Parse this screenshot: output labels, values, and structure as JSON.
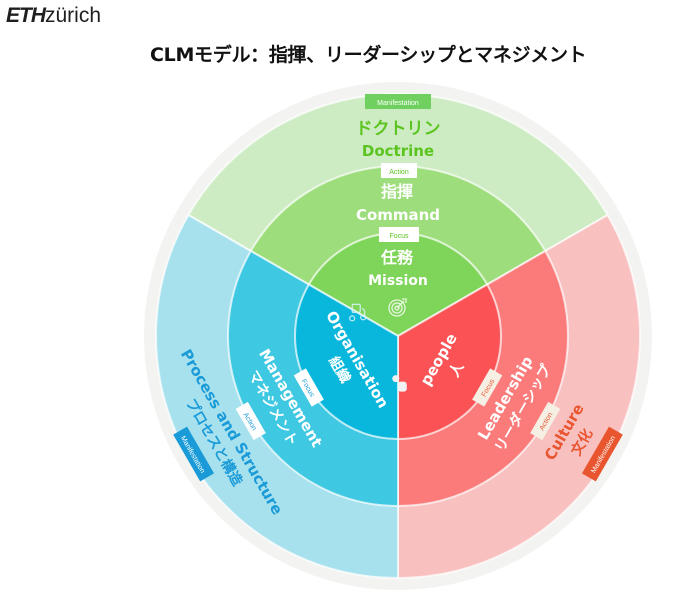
{
  "logo": {
    "bold": "ETH",
    "light": "zürich"
  },
  "title": "CLMモデル：指揮、リーダーシップとマネジメント",
  "colors": {
    "green": [
      "#cdecc4",
      "#9ddd7c",
      "#7fd55a"
    ],
    "blue": [
      "#a8e1ee",
      "#3ec8e2",
      "#0ab7dc"
    ],
    "red": [
      "#f9c0c0",
      "#fb7b7b",
      "#fb5355"
    ],
    "green_text": "#5cc41e",
    "blue_text": "#1a9bd8",
    "red_text": "#e8552e"
  },
  "green": {
    "manifestation": "Manifestation",
    "outer_jp": "ドクトリン",
    "outer_en": "Doctrine",
    "action": "Action",
    "middle_jp": "指揮",
    "middle_en": "Command",
    "focus": "Focus",
    "inner_jp": "任務",
    "inner_en": "Mission",
    "icon": "target-icon"
  },
  "blue": {
    "manifestation": "Manifestation",
    "outer_en": "Process and Structure",
    "outer_jp": "プロセスと構造",
    "action": "Action",
    "middle_en": "Management",
    "middle_jp": "マネジメント",
    "focus": "Focus",
    "inner_en": "Organisation",
    "inner_jp": "組織",
    "icon": "workflow-icon"
  },
  "red": {
    "manifestation": "Manifestation",
    "outer_en": "Culture",
    "outer_jp": "文化",
    "action": "Action",
    "middle_en": "Leadership",
    "middle_jp": "リーダーシップ",
    "focus": "Focus",
    "inner_en": "people",
    "inner_jp": "人",
    "icon": "person-icon"
  }
}
